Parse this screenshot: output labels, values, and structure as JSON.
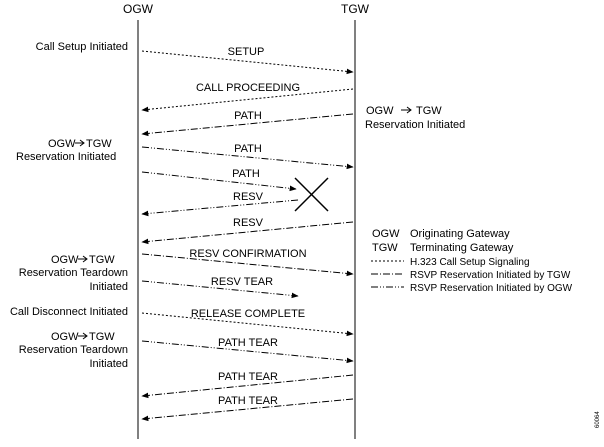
{
  "headers": {
    "left": "OGW",
    "right": "TGW"
  },
  "messages": [
    {
      "id": "setup",
      "label": "SETUP",
      "style": "dotted"
    },
    {
      "id": "call-proceeding",
      "label": "CALL PROCEEDING",
      "style": "dotted"
    },
    {
      "id": "path-1",
      "label": "PATH",
      "style": "dashdot"
    },
    {
      "id": "path-2",
      "label": "PATH",
      "style": "dashdot2"
    },
    {
      "id": "path-3",
      "label": "PATH",
      "style": "dashdot2"
    },
    {
      "id": "resv-1",
      "label": "RESV",
      "style": "dashdot2"
    },
    {
      "id": "resv-2",
      "label": "RESV",
      "style": "dashdot"
    },
    {
      "id": "resv-confirmation",
      "label": "RESV CONFIRMATION",
      "style": "dashdot"
    },
    {
      "id": "resv-tear",
      "label": "RESV TEAR",
      "style": "dashdot2"
    },
    {
      "id": "release-complete",
      "label": "RELEASE COMPLETE",
      "style": "dotted"
    },
    {
      "id": "path-tear-1",
      "label": "PATH TEAR",
      "style": "dashdot2"
    },
    {
      "id": "path-tear-2",
      "label": "PATH TEAR",
      "style": "dashdot"
    },
    {
      "id": "path-tear-3",
      "label": "PATH TEAR",
      "style": "dashdot"
    }
  ],
  "side_notes": {
    "call_setup": "Call Setup Initiated",
    "ogw_tgw_1_a": "OGW",
    "ogw_tgw_1_b": "TGW",
    "reservation_initiated_1": "Reservation Initiated",
    "ogw_tgw_2_a": "OGW",
    "ogw_tgw_2_b": "TGW",
    "reservation_initiated_2": "Reservation Initiated",
    "ogw_tgw_3_a": "OGW",
    "ogw_tgw_3_b": "TGW",
    "teardown_1_line1": "Reservation Teardown",
    "teardown_1_line2": "Initiated",
    "call_disconnect": "Call Disconnect Initiated",
    "ogw_tgw_4_a": "OGW",
    "ogw_tgw_4_b": "TGW",
    "teardown_2_line1": "Reservation Teardown",
    "teardown_2_line2": "Initiated"
  },
  "legend": {
    "ogw_abbr": "OGW",
    "ogw_desc": "Originating Gateway",
    "tgw_abbr": "TGW",
    "tgw_desc": "Terminating Gateway",
    "h323": "H.323 Call Setup Signaling",
    "rsvp_tgw": "RSVP Reservation Initiated by TGW",
    "rsvp_ogw": "RSVP Reservation Initiated by OGW"
  },
  "figure_id": "60064"
}
